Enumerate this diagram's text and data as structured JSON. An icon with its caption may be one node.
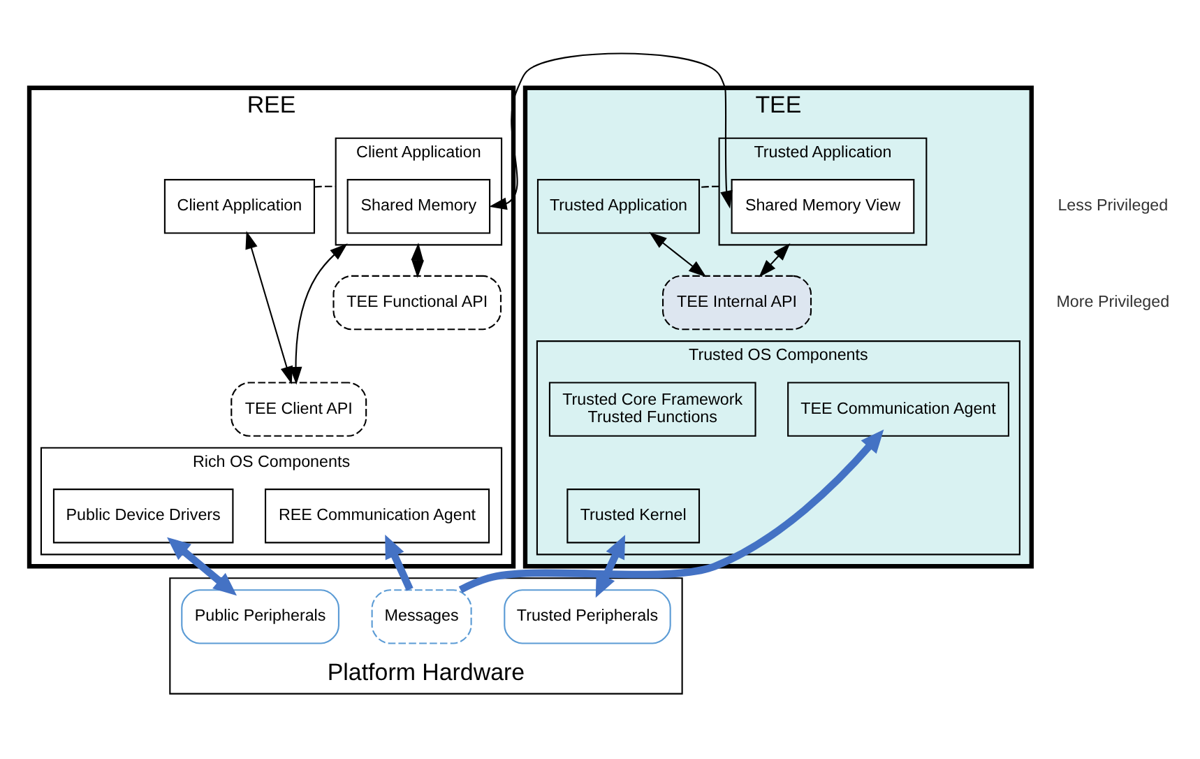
{
  "diagram": {
    "nodes": [
      {
        "text": [
          "REE"
        ]
      },
      {
        "text": [
          "Client Application"
        ],
        "in": 0
      },
      {
        "text": [
          "Client Application"
        ],
        "in": 0
      },
      {
        "text": [
          "Shared Memory"
        ],
        "in": 2
      },
      {
        "text": [
          "TEE Functional API"
        ],
        "in": 0
      },
      {
        "text": [
          "TEE Client API"
        ],
        "in": 0
      },
      {
        "text": [
          "Rich OS Components"
        ],
        "in": 0
      },
      {
        "text": [
          "Public Device Drivers"
        ],
        "in": 6
      },
      {
        "text": [
          "REE Communication Agent"
        ],
        "in": 6
      },
      {
        "text": [
          "TEE"
        ]
      },
      {
        "text": [
          "Trusted Application"
        ],
        "in": 9
      },
      {
        "text": [
          "Shared Memory View"
        ],
        "in": 10
      },
      {
        "text": [
          "Trusted Application"
        ],
        "in": 9
      },
      {
        "text": [
          "TEE Internal API"
        ],
        "in": 9
      },
      {
        "text": [
          "Trusted OS Components"
        ],
        "in": 9
      },
      {
        "text": [
          "TEE Communication Agent"
        ],
        "in": 14
      },
      {
        "text": [
          "Trusted Core Framework",
          "Trusted Functions"
        ],
        "in": 14
      },
      {
        "text": [
          "Trusted Kernel"
        ],
        "in": 14
      },
      {
        "text": [
          "Platform Hardware"
        ]
      },
      {
        "text": [
          "Public Peripherals"
        ],
        "in": 18
      },
      {
        "text": [
          "Messages"
        ],
        "in": 18
      },
      {
        "text": [
          "Trusted Peripherals"
        ],
        "in": 18
      }
    ],
    "edges": [
      {
        "from": 1,
        "to": 2,
        "arrow": "none",
        "style": "dashed"
      },
      {
        "from": 11,
        "to": 3,
        "arrow": "both"
      },
      {
        "from": 10,
        "to": 12,
        "arrow": "none",
        "style": "dashed"
      },
      {
        "from": 1,
        "to": 5,
        "arrow": "both"
      },
      {
        "from": 2,
        "to": 4,
        "arrow": "both"
      },
      {
        "from": 2,
        "to": 5,
        "arrow": "both"
      },
      {
        "from": 10,
        "to": 13,
        "arrow": "both"
      },
      {
        "from": 12,
        "to": 13,
        "arrow": "both"
      },
      {
        "from": 7,
        "to": 19,
        "arrow": "both",
        "style": "thick",
        "color": "#4472c4"
      },
      {
        "from": 20,
        "to": 8,
        "arrow": "to",
        "style": "thick",
        "color": "#4472c4"
      },
      {
        "from": 20,
        "to": 15,
        "arrow": "to",
        "style": "thick",
        "color": "#4472c4"
      },
      {
        "from": 17,
        "to": 21,
        "arrow": "both",
        "style": "thick",
        "color": "#4472c4"
      }
    ],
    "labels": [
      "Less Privileged",
      "More Privileged"
    ]
  }
}
